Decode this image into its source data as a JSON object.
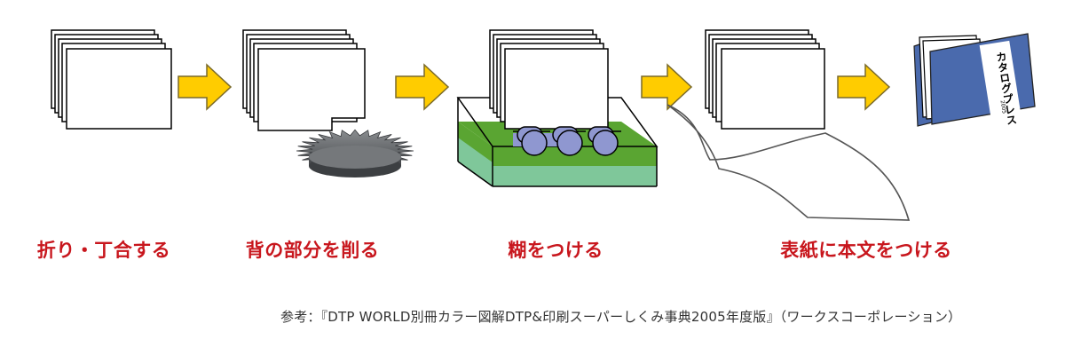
{
  "steps": [
    {
      "label": "折り・丁合する"
    },
    {
      "label": "背の部分を削る"
    },
    {
      "label": "糊をつける"
    },
    {
      "label": "表紙に本文をつける"
    }
  ],
  "book_cover_text": "カタログプレス",
  "book_cover_subtext": "2005",
  "footnote": "参考：『DTP WORLD別冊カラー図解DTP&印刷スーパーしくみ事典2005年度版』（ワークスコーポレーション）",
  "colors": {
    "label_red": "#c8161d",
    "arrow_yellow": "#ffcc00",
    "arrow_outline": "#7a6a2a",
    "glue_green": "#5aa532",
    "glue_light": "#7fc79a",
    "roller_blue": "#8f97d0",
    "cover_blue": "#4a6aad",
    "blade_gray": "#55585c"
  }
}
